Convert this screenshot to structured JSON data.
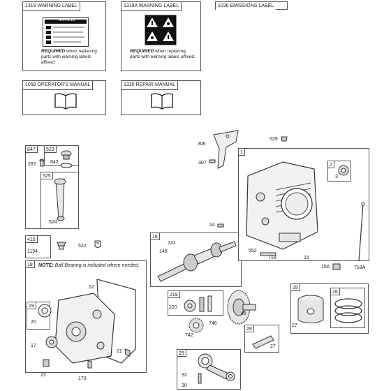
{
  "warning_labels": {
    "label1": {
      "title": "1319 WARNING LABEL",
      "card_heading": "WARNING",
      "required_bold": "REQUIRED",
      "required_rest": "when replacing parts with warning labels affixed."
    },
    "label2": {
      "title": "1319A WARNING LABEL",
      "required_bold": "REQUIRED",
      "required_rest": "when replacing parts with warning labels affixed."
    },
    "label3": {
      "title": "1036 EMISSIONS LABEL"
    }
  },
  "manuals": {
    "operators": {
      "title": "1058 OPERATOR'S MANUAL"
    },
    "repair": {
      "title": "1330 REPAIR MANUAL"
    }
  },
  "callouts": {
    "c1": "1",
    "c2": "2",
    "c3": "3",
    "c12": "12",
    "c15": "15",
    "c15A": "15A",
    "c16": "16",
    "c17": "17",
    "c18": "18",
    "c19": "19",
    "c20": "20",
    "c21": "21",
    "c22": "22",
    "c24": "24",
    "c25": "25",
    "c26": "26",
    "c27a": "27",
    "c27b": "27",
    "c28": "28",
    "c29": "29",
    "c30": "30",
    "c32": "32",
    "c46": "46",
    "c146": "146",
    "c170": "170",
    "c219": "219",
    "c220": "220",
    "c287": "287",
    "c306": "306",
    "c307": "307",
    "c415": "415",
    "c522": "522",
    "c523": "523",
    "c524": "524",
    "c525": "525",
    "c529": "529",
    "c552": "552",
    "c718": "718",
    "c718A": "718A",
    "c741": "741",
    "c742": "742",
    "c746": "746",
    "c842": "842",
    "c847": "847",
    "c1194": "1194"
  },
  "crankcase_note": {
    "bold": "NOTE:",
    "text": "Ball Bearing is included where needed."
  }
}
